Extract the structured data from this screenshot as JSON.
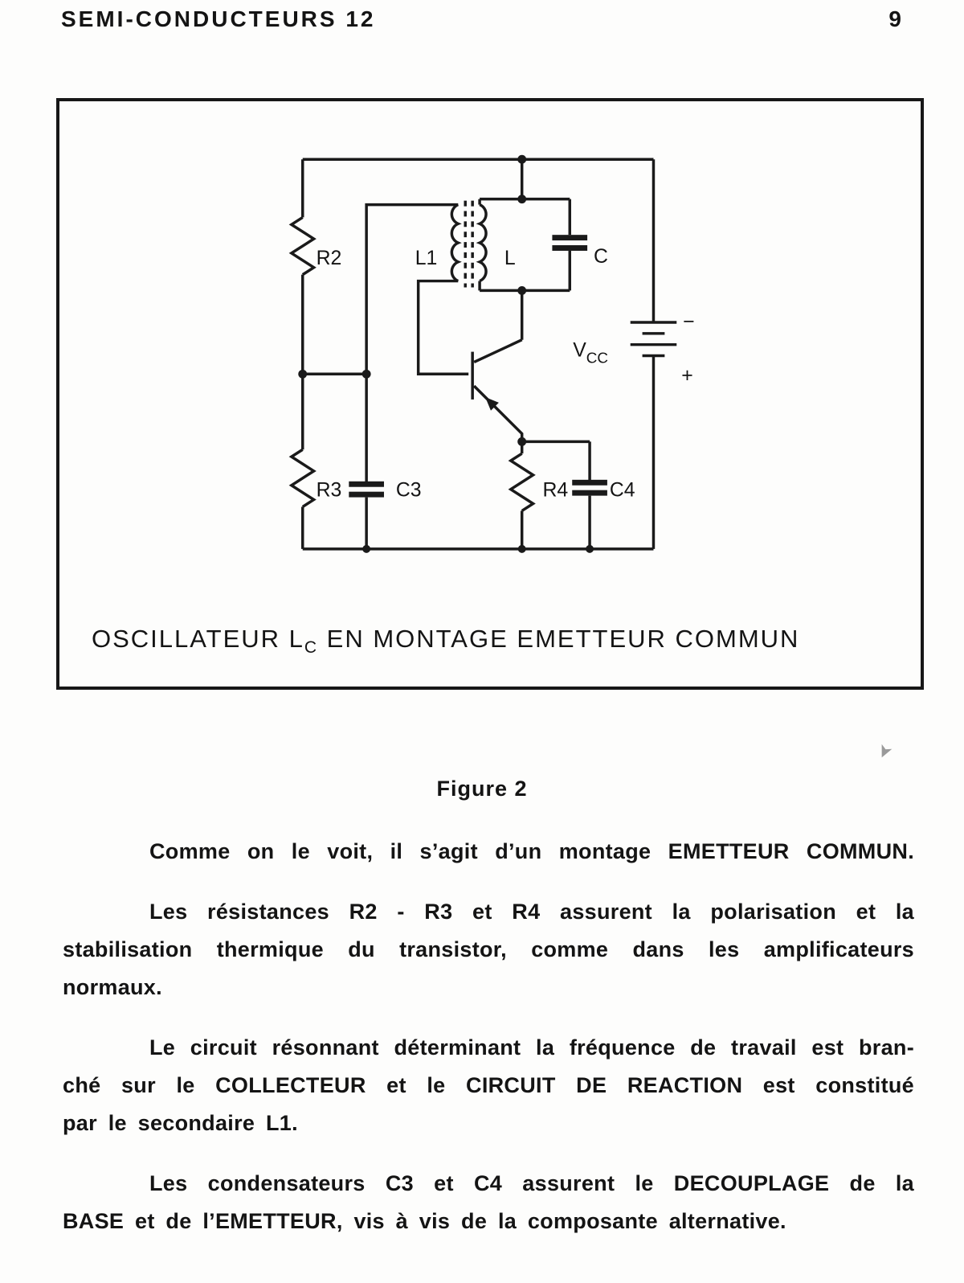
{
  "page": {
    "header_left": "SEMI-CONDUCTEURS 12",
    "page_number": "9"
  },
  "figure": {
    "label": "Figure 2",
    "caption_pre": "OSCILLATEUR L",
    "caption_sub": "C",
    "caption_post": " EN MONTAGE EMETTEUR COMMUN",
    "components": {
      "r2": "R2",
      "r3": "R3",
      "r4": "R4",
      "c": "C",
      "c3": "C3",
      "c4": "C4",
      "l1": "L1",
      "l": "L",
      "vcc_main": "V",
      "vcc_sub": "CC",
      "minus": "−",
      "plus": "+"
    }
  },
  "paragraphs": {
    "p1": {
      "lines": [
        "Comme on le voit, il s’agit d’un montage EMETTEUR COMMUN."
      ]
    },
    "p2": {
      "lines": [
        "Les résistances R2 - R3 et R4 assurent la polarisation et la",
        "stabilisation thermique du transistor, comme dans les amplificateurs",
        "normaux."
      ]
    },
    "p3": {
      "lines": [
        "Le circuit résonnant déterminant la fréquence de travail est bran-",
        "ché sur le COLLECTEUR et le CIRCUIT DE REACTION est constitué",
        "par le secondaire L1."
      ]
    },
    "p4": {
      "lines": [
        "Les condensateurs C3 et C4 assurent le DECOUPLAGE de la",
        "BASE et de l’EMETTEUR, vis à vis de la composante alternative."
      ]
    },
    "artifact": "➤"
  },
  "colors": {
    "ink": "#141414",
    "paper": "#fdfdfc"
  }
}
